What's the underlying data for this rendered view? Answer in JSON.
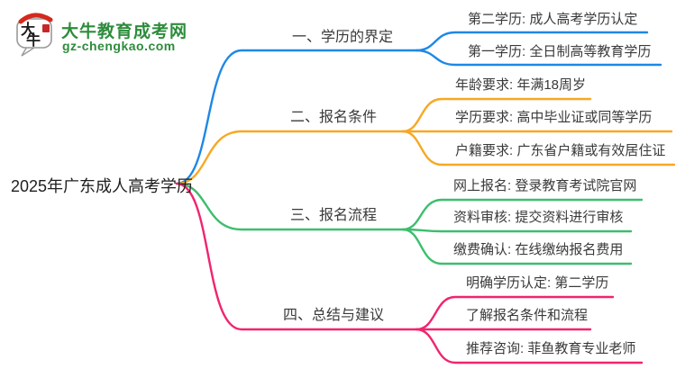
{
  "logo": {
    "icon": "daniu-speech-bubble-logo",
    "icon_chars": "大牛",
    "title": "大牛教育成考网",
    "domain": "gz-chengkao.com",
    "brand_color": "#2D8C3C",
    "seal_color": "#C62828"
  },
  "mindmap": {
    "root": "2025年广东成人高考学历",
    "branches": [
      {
        "label": "一、学历的界定",
        "color": "#1E88E5",
        "children": [
          "第二学历: 成人高考学历认定",
          "第一学历: 全日制高等教育学历"
        ]
      },
      {
        "label": "二、报名条件",
        "color": "#F7A823",
        "children": [
          "年龄要求: 年满18周岁",
          "学历要求: 高中毕业证或同等学历",
          "户籍要求: 广东省户籍或有效居住证"
        ]
      },
      {
        "label": "三、报名流程",
        "color": "#3CBE6E",
        "children": [
          "网上报名: 登录教育考试院官网",
          "资料审核: 提交资料进行审核",
          "缴费确认: 在线缴纳报名费用"
        ]
      },
      {
        "label": "四、总结与建议",
        "color": "#F0246F",
        "children": [
          "明确学历认定: 第二学历",
          "了解报名条件和流程",
          "推荐咨询: 菲鱼教育专业老师"
        ]
      }
    ]
  }
}
